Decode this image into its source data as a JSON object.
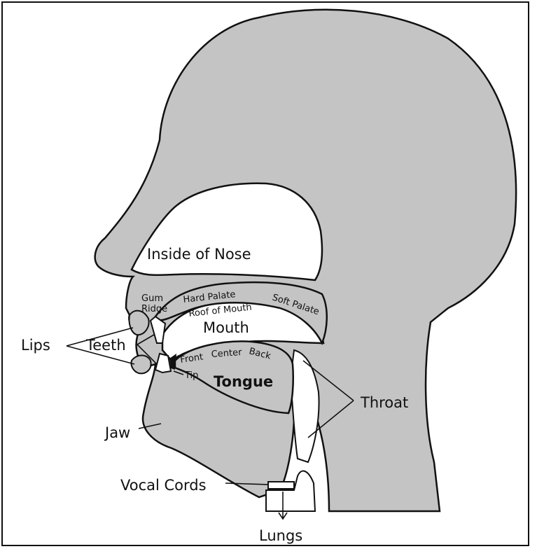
{
  "colors": {
    "fill": "#c4c4c4",
    "cavity": "#ffffff",
    "ink": "#111111",
    "border": "#111111"
  },
  "labels": {
    "inside_of_nose": "Inside of Nose",
    "gum_ridge_line1": "Gum",
    "gum_ridge_line2": "Ridge",
    "hard_palate": "Hard Palate",
    "soft_palate": "Soft Palate",
    "roof_of_mouth": "Roof of Mouth",
    "mouth": "Mouth",
    "lips": "Lips",
    "teeth": "Teeth",
    "front": "Front",
    "center": "Center",
    "back": "Back",
    "tip": "Tip",
    "tongue": "Tongue",
    "throat": "Throat",
    "jaw": "Jaw",
    "vocal_cords": "Vocal Cords",
    "lungs": "Lungs"
  }
}
